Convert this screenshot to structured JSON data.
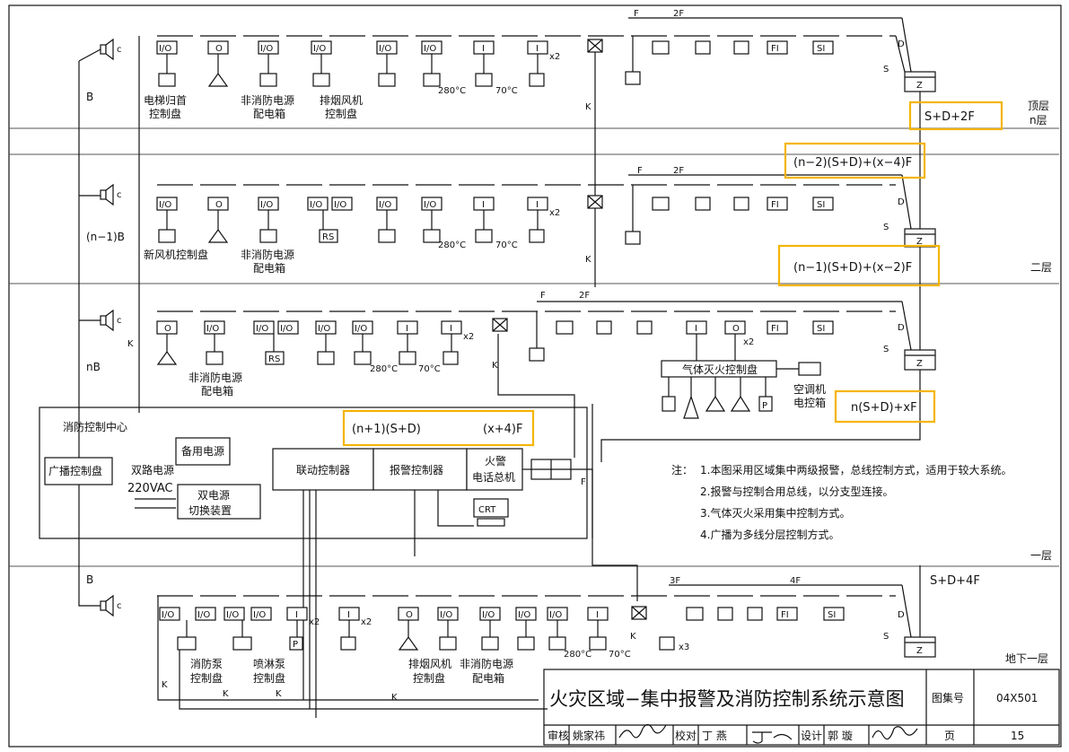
{
  "levels": {
    "top": "顶层\nn层",
    "top_a": "顶层",
    "top_b": "n层",
    "second": "二层",
    "first": "一层",
    "basement": "地下一层"
  },
  "bus_labels": {
    "top": "S+D+2F",
    "n_minus_2": "(n−2)(S+D)+(x−4)F",
    "n_minus_1": "(n−1)(S+D)+(x−2)F",
    "n": "n(S+D)+xF",
    "n_plus_1": "(n+1)(S+D)",
    "x_plus_4": "(x+4)F",
    "s_d_4f": "S+D+4F"
  },
  "wire_labels": {
    "b": "B",
    "n_minus_1_b": "(n−1)B",
    "nb": "nB",
    "k": "K",
    "f": "F",
    "two_f": "2F",
    "three_f": "3F",
    "four_f": "4F",
    "d": "D",
    "s": "S",
    "x2": "x2",
    "x3": "x3",
    "c": "c"
  },
  "modules": {
    "io": "I/O",
    "o": "O",
    "i": "I",
    "fi": "FI",
    "si": "SI",
    "z": "Z",
    "rs": "RS",
    "p": "P"
  },
  "temps": {
    "t280": "280°C",
    "t70": "70°C"
  },
  "devices": {
    "elevator": "电梯归首\n控制盘",
    "elevator_a": "电梯归首",
    "elevator_b": "控制盘",
    "non_fire_power": "非消防电源",
    "distribution_box": "配电箱",
    "smoke_fan": "排烟风机",
    "control_panel": "控制盘",
    "fresh_air": "新风机控制盘",
    "gas_extinguish": "气体灭火控制盘",
    "ac_panel_a": "空调机",
    "ac_panel_b": "电控箱",
    "fire_pump_a": "消防泵",
    "sprinkler_pump_a": "喷淋泵"
  },
  "control_center": {
    "title": "消防控制中心",
    "broadcast": "广播控制盘",
    "dual_power": "双路电源",
    "vac": "220VAC",
    "backup_power": "备用电源",
    "switch_a": "双电源",
    "switch_b": "切换装置",
    "linkage": "联动控制器",
    "alarm": "报警控制器",
    "phone_a": "火警",
    "phone_b": "电话总机",
    "crt": "CRT"
  },
  "notes": {
    "label": "注：",
    "items": [
      "1.本图采用区域集中两级报警，总线控制方式，适用于较大系统。",
      "2.报警与控制合用总线，以分支型连接。",
      "3.气体灭火采用集中控制方式。",
      "4.广播为多线分层控制方式。"
    ]
  },
  "title_block": {
    "title": "火灾区域−集中报警及消防控制系统示意图",
    "atlas_label": "图集号",
    "atlas_no": "04X501",
    "review_label": "审核",
    "reviewer": "姚家祎",
    "check_label": "校对",
    "checker": "丁 燕",
    "design_label": "设计",
    "designer": "郭 璇",
    "page_label": "页",
    "page_no": "15"
  },
  "colors": {
    "line": "#111111",
    "highlight": "#f5b400"
  }
}
